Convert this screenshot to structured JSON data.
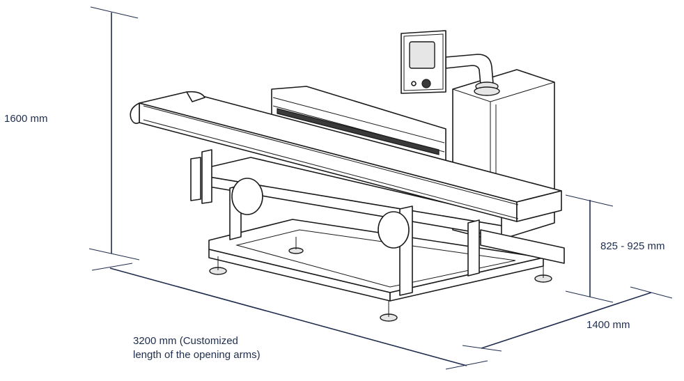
{
  "dimensions": {
    "height_total": "1600 mm",
    "height_conveyor": "825 - 925 mm",
    "width": "1400 mm",
    "length_line1": "3200 mm (Customized",
    "length_line2": "length of the opening arms)"
  },
  "colors": {
    "dimension": "#1f2d4d",
    "outline": "#1a1a1a"
  },
  "icons": [
    "control-panel-screen",
    "emergency-stop-button"
  ]
}
